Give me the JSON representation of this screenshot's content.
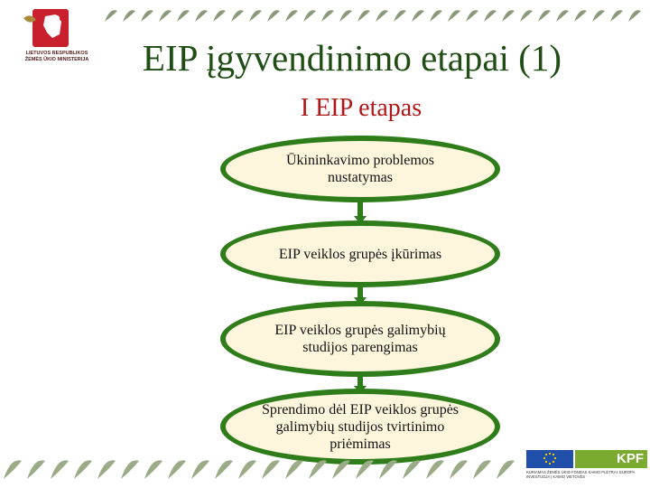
{
  "header": {
    "title": "EIP įgyvendinimo etapai (1)",
    "subtitle": "I EIP etapas",
    "logo_text": "LIETUVOS RESPUBLIKOS ŽEMĖS ŪKIO MINISTERIJA"
  },
  "flow": {
    "steps": [
      "Ūkininkavimo problemos nustatymas",
      "EIP veiklos grupės įkūrimas",
      "EIP veiklos grupės galimybių studijos parengimas",
      "Sprendimo dėl EIP veiklos grupės galimybių studijos tvirtinimo priėmimas"
    ]
  },
  "footer": {
    "kpf_label": "KPF",
    "funding_text": "KURIAMAS ŽEMĖS ŪKIO FONDAS KAIMO PLĖTRAI: EUROPA INVESTUOJA Į KAIMO VIETOVES"
  },
  "colors": {
    "title": "#1f4d14",
    "subtitle": "#b01818",
    "node_border": "#2f7d1a",
    "node_fill": "#fdf6dc"
  }
}
